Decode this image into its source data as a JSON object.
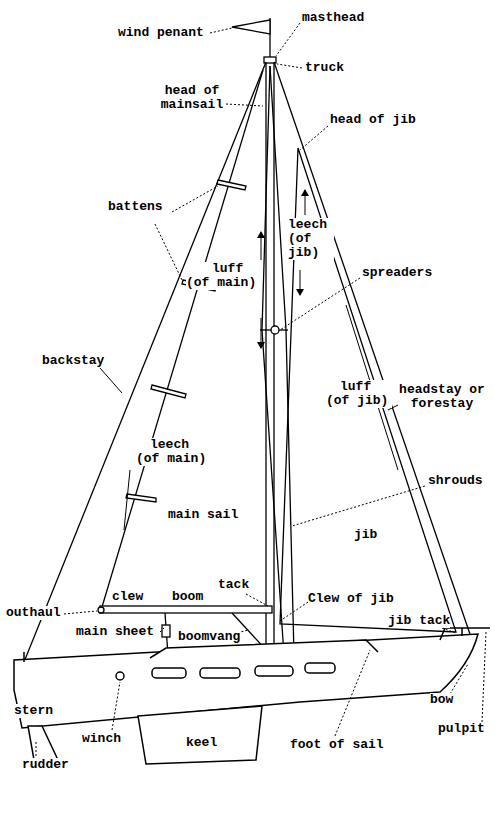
{
  "diagram": {
    "labels": [
      "wind penant",
      "masthead",
      "truck",
      "head of mainsail",
      "head of jib",
      "battens",
      "leech (of jib)",
      "spreaders",
      "luff (of main)",
      "backstay",
      "luff (of jib)",
      "headstay or forestay",
      "leech (of main)",
      "shrouds",
      "main sail",
      "jib",
      "clew",
      "boom",
      "tack",
      "Clew of jib",
      "outhaul",
      "jib tack",
      "main sheet",
      "boomvang",
      "stern",
      "bow",
      "winch",
      "pulpit",
      "keel",
      "foot of sail",
      "rudder"
    ]
  }
}
